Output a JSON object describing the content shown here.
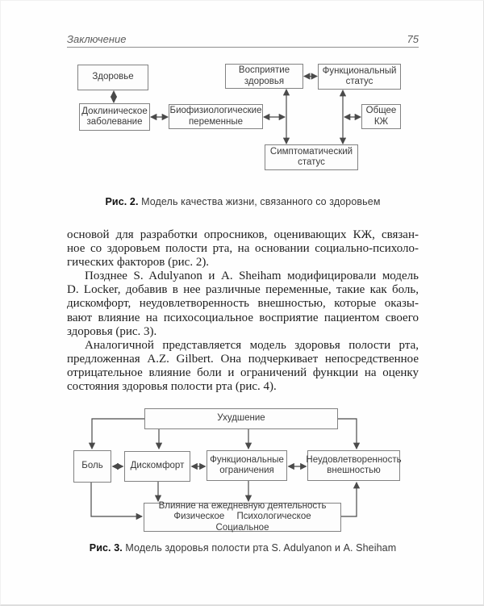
{
  "header": {
    "section": "Заключение",
    "page_number": "75"
  },
  "figure2": {
    "caption_label": "Рис. 2.",
    "caption_text": "Модель качества жизни, связанного со здоровьем",
    "nodes": {
      "health": "Здоровье",
      "perception": "Восприятие\nздоровья",
      "functional_status": "Функциональный\nстатус",
      "preclinical": "Доклиническое\nзаболевание",
      "biophysiological": "Биофизиологические\nпеременные",
      "overall_qol": "Общее\nКЖ",
      "symptomatic": "Симптоматический\nстатус"
    }
  },
  "body": {
    "paragraphs": [
      {
        "lines": [
          "основой для разработки опросников, оценивающих КЖ, связан-",
          "ное со здоровьем полости рта, на основании социально-психоло-",
          "гических факторов (рис. 2)."
        ]
      },
      {
        "lines": [
          "Позднее S. Adulyanon и A. Sheiham модифицировали модель",
          "D. Locker, добавив в нее различные переменные, такие как боль,",
          "дискомфорт, неудовлетворенность внешностью, которые оказы-",
          "вают влияние на психосоциальное восприятие пациентом своего",
          "здоровья (рис. 3)."
        ]
      },
      {
        "lines": [
          "Аналогичной представляется модель здоровья полости рта,",
          "предложенная A.Z. Gilbert. Она подчеркивает непосредственное",
          "отрицательное влияние боли и ограничений функции на оценку",
          "состояния здоровья полости рта (рис. 4)."
        ]
      }
    ]
  },
  "figure3": {
    "caption_label": "Рис. 3.",
    "caption_text": "Модель здоровья полости рта S. Adulyanon и A. Sheiham",
    "nodes": {
      "deterioration": "Ухудшение",
      "pain": "Боль",
      "discomfort": "Дискомфорт",
      "functional_limitations": "Функциональные\nограничения",
      "appearance_dissatisfaction": "Неудовлетворенность\nвнешностью",
      "impact_line1": "Влияние на ежедневную деятельность",
      "impact_line2": "Физическое Психологическое Социальное"
    }
  }
}
